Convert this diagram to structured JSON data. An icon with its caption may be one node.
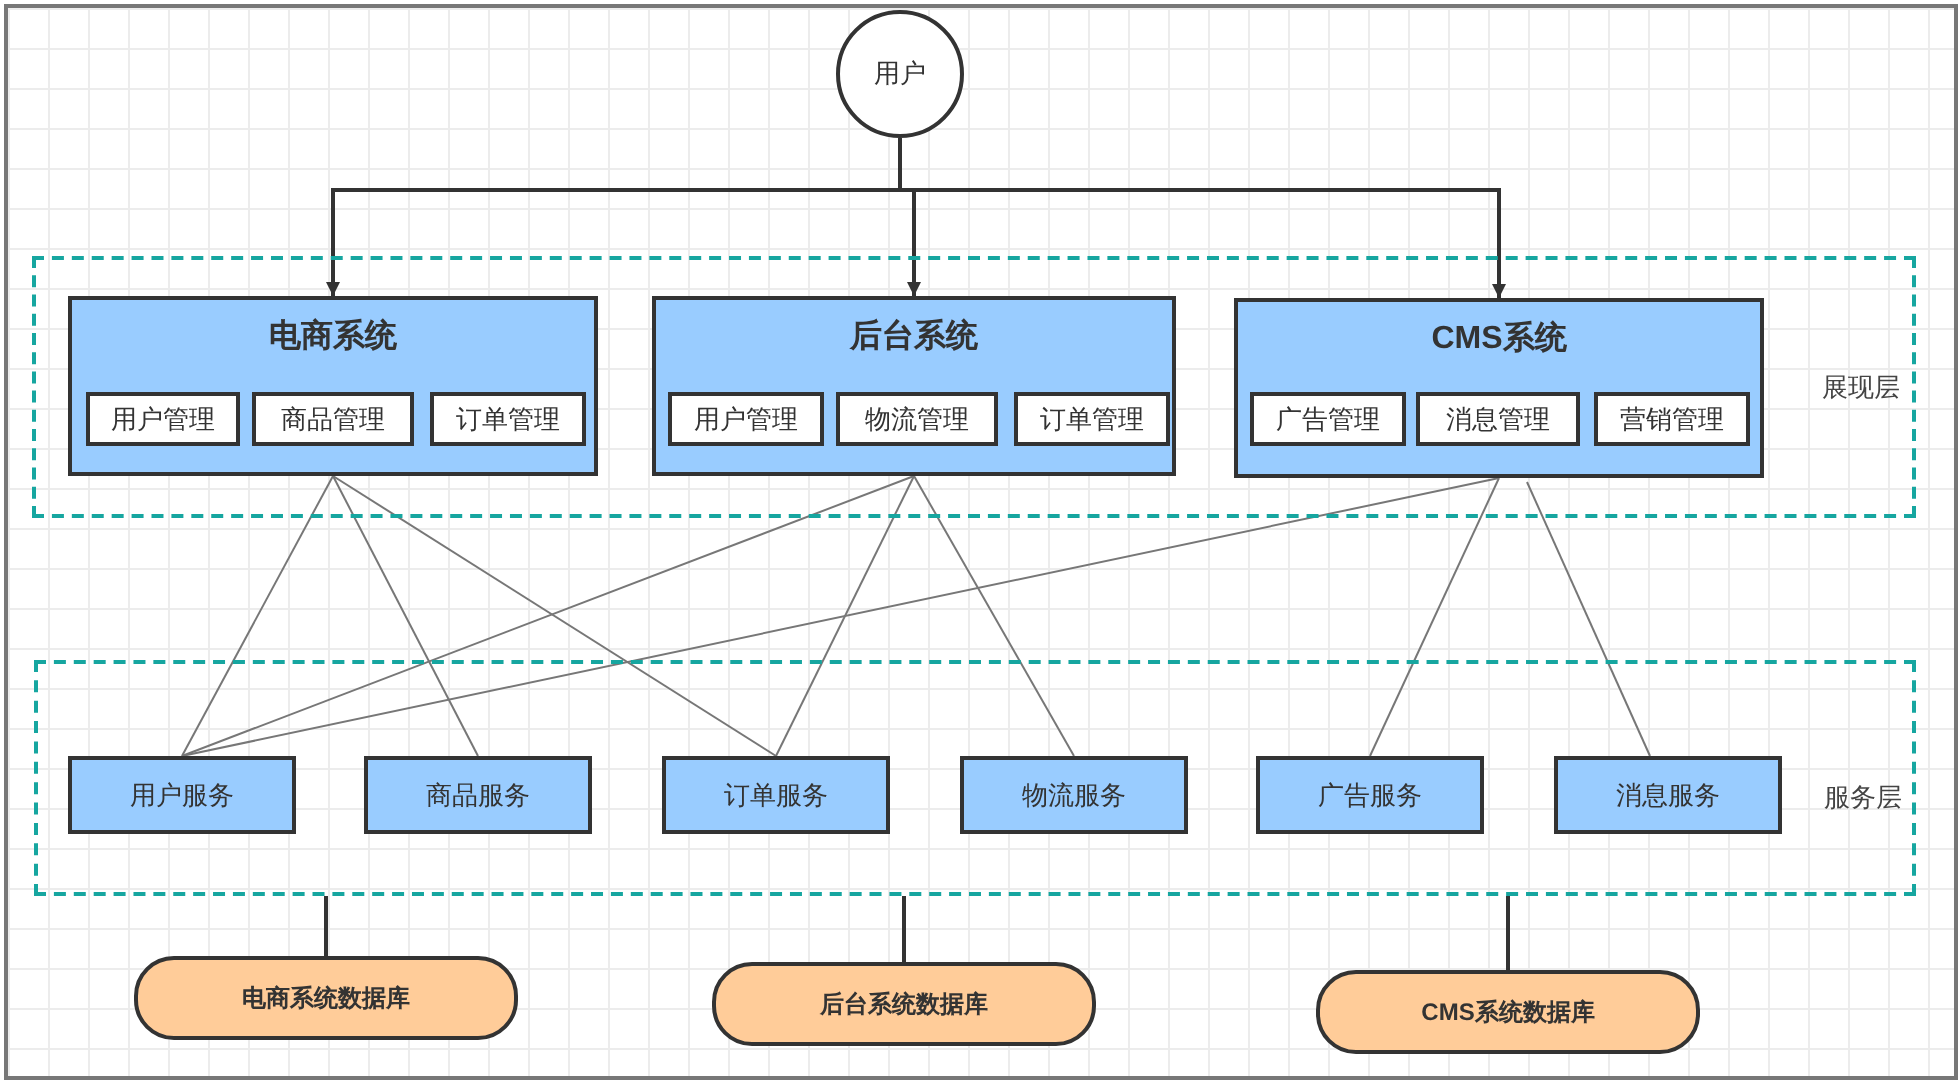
{
  "diagram": {
    "nodes": [
      {
        "text": [
          "用户"
        ]
      },
      {
        "text": [
          "展现层"
        ]
      },
      {
        "text": [
          "电商系统"
        ],
        "in": 1
      },
      {
        "text": [
          "用户管理"
        ],
        "in": 2
      },
      {
        "text": [
          "商品管理"
        ],
        "in": 2
      },
      {
        "text": [
          "订单管理"
        ],
        "in": 2
      },
      {
        "text": [
          "后台系统"
        ],
        "in": 1
      },
      {
        "text": [
          "用户管理"
        ],
        "in": 6
      },
      {
        "text": [
          "物流管理"
        ],
        "in": 6
      },
      {
        "text": [
          "订单管理"
        ],
        "in": 6
      },
      {
        "text": [
          "CMS系统"
        ],
        "in": 1
      },
      {
        "text": [
          "广告管理"
        ],
        "in": 10
      },
      {
        "text": [
          "消息管理"
        ],
        "in": 10
      },
      {
        "text": [
          "营销管理"
        ],
        "in": 10
      },
      {
        "text": [
          "服务层"
        ]
      },
      {
        "text": [
          "用户服务"
        ],
        "in": 14
      },
      {
        "text": [
          "商品服务"
        ],
        "in": 14
      },
      {
        "text": [
          "订单服务"
        ],
        "in": 14
      },
      {
        "text": [
          "物流服务"
        ],
        "in": 14
      },
      {
        "text": [
          "广告服务"
        ],
        "in": 14
      },
      {
        "text": [
          "消息服务"
        ],
        "in": 14
      },
      {
        "text": [
          "电商系统数据库"
        ]
      },
      {
        "text": [
          "后台系统数据库"
        ]
      },
      {
        "text": [
          "CMS系统数据库"
        ]
      }
    ],
    "edges": [
      {
        "from": 0,
        "to": 2,
        "arrow": "to"
      },
      {
        "from": 0,
        "to": 6,
        "arrow": "to"
      },
      {
        "from": 0,
        "to": 10,
        "arrow": "to"
      },
      {
        "from": 2,
        "to": 15,
        "arrow": "none"
      },
      {
        "from": 2,
        "to": 16,
        "arrow": "none"
      },
      {
        "from": 2,
        "to": 17,
        "arrow": "none"
      },
      {
        "from": 6,
        "to": 15,
        "arrow": "none"
      },
      {
        "from": 6,
        "to": 17,
        "arrow": "none"
      },
      {
        "from": 6,
        "to": 18,
        "arrow": "none"
      },
      {
        "from": 10,
        "to": 15,
        "arrow": "none"
      },
      {
        "from": 10,
        "to": 19,
        "arrow": "none"
      },
      {
        "from": 10,
        "to": 20,
        "arrow": "none"
      },
      {
        "from": 14,
        "to": 21,
        "arrow": "none"
      },
      {
        "from": 14,
        "to": 22,
        "arrow": "none"
      },
      {
        "from": 14,
        "to": 23,
        "arrow": "none"
      }
    ]
  }
}
